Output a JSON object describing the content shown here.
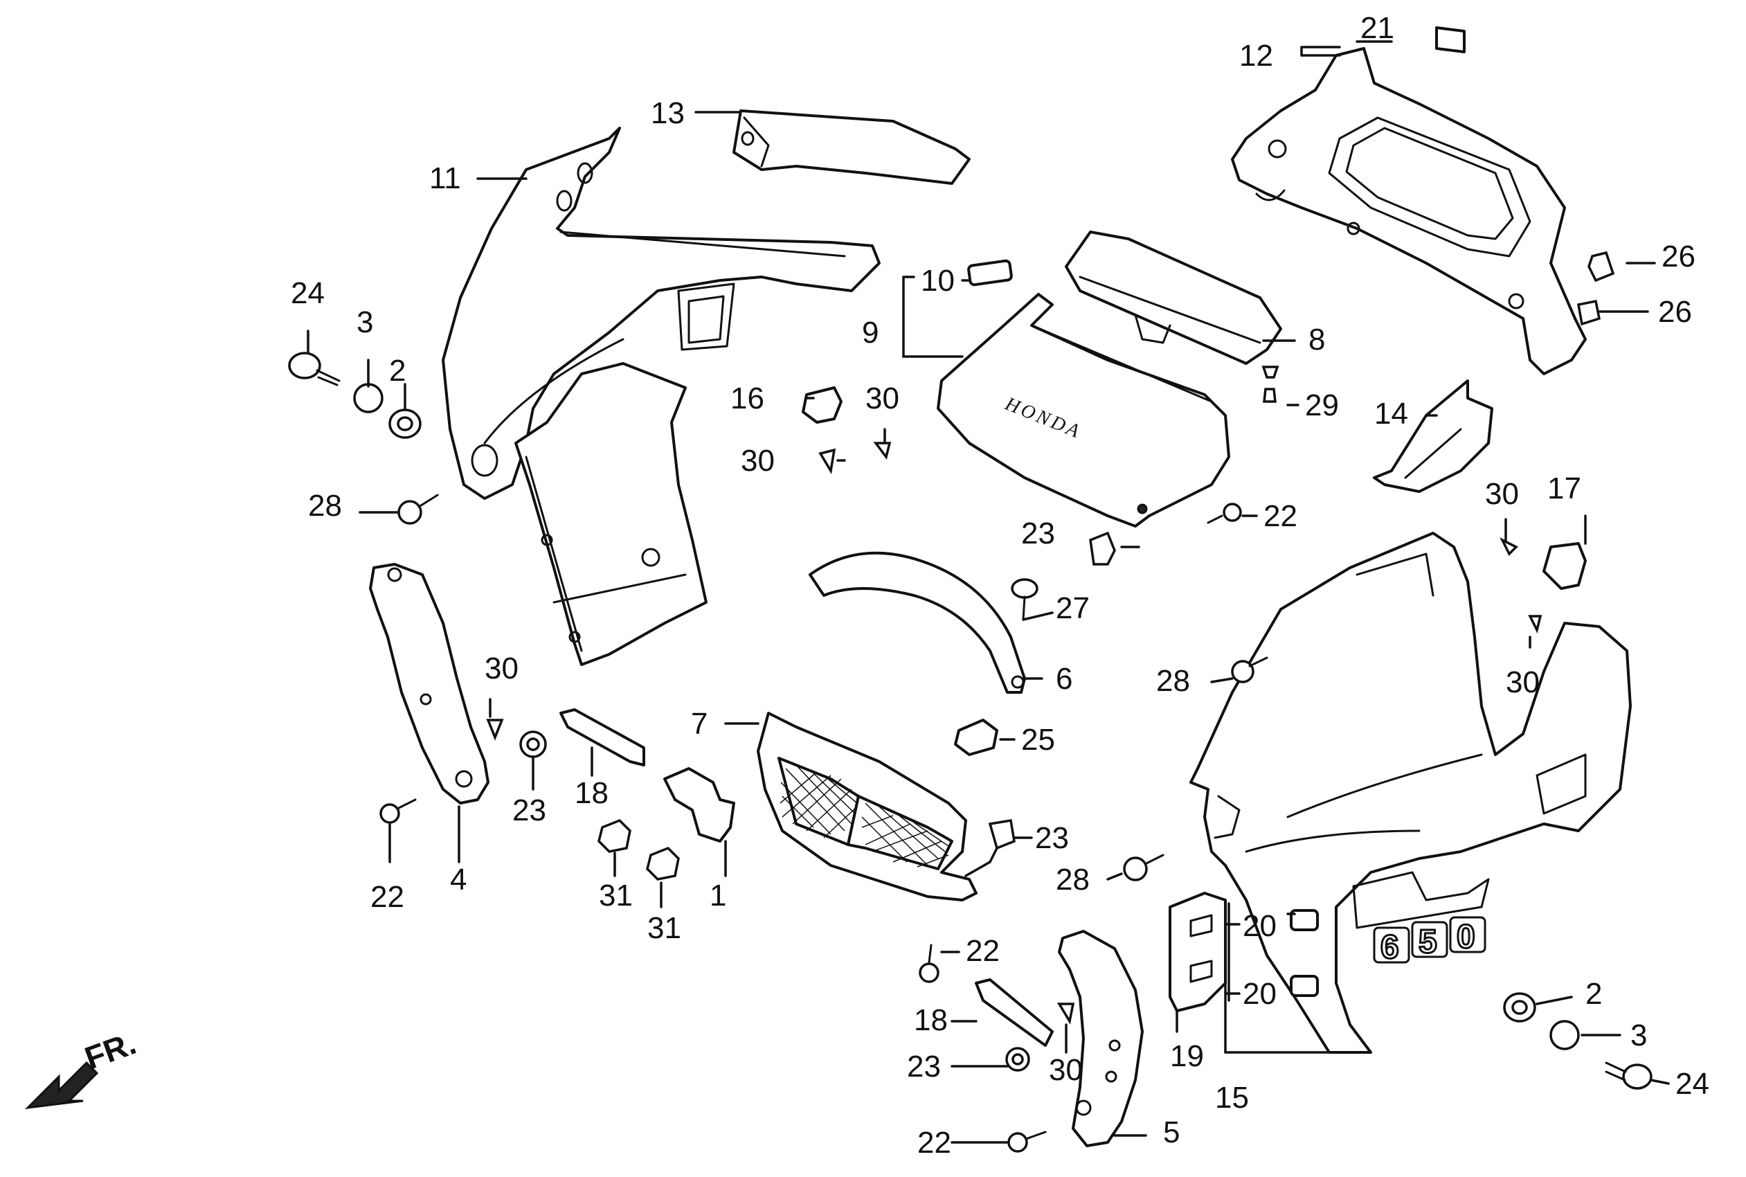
{
  "diagram": {
    "brand_emblem": "HONDA",
    "model_badge": [
      "6",
      "5",
      "0"
    ],
    "direction_label": "FR.",
    "icons": {
      "direction_arrow": "arrow-down-left-icon"
    },
    "callouts": [
      {
        "id": "c1",
        "label": "1"
      },
      {
        "id": "c2a",
        "label": "2"
      },
      {
        "id": "c2b",
        "label": "2"
      },
      {
        "id": "c3a",
        "label": "3"
      },
      {
        "id": "c3b",
        "label": "3"
      },
      {
        "id": "c4",
        "label": "4"
      },
      {
        "id": "c5",
        "label": "5"
      },
      {
        "id": "c6",
        "label": "6"
      },
      {
        "id": "c7",
        "label": "7"
      },
      {
        "id": "c8",
        "label": "8"
      },
      {
        "id": "c9",
        "label": "9"
      },
      {
        "id": "c10",
        "label": "10"
      },
      {
        "id": "c11",
        "label": "11"
      },
      {
        "id": "c12",
        "label": "12"
      },
      {
        "id": "c13",
        "label": "13"
      },
      {
        "id": "c14",
        "label": "14"
      },
      {
        "id": "c15",
        "label": "15"
      },
      {
        "id": "c16",
        "label": "16"
      },
      {
        "id": "c17",
        "label": "17"
      },
      {
        "id": "c18a",
        "label": "18"
      },
      {
        "id": "c18b",
        "label": "18"
      },
      {
        "id": "c19",
        "label": "19"
      },
      {
        "id": "c20a",
        "label": "20"
      },
      {
        "id": "c20b",
        "label": "20"
      },
      {
        "id": "c21",
        "label": "21"
      },
      {
        "id": "c22a",
        "label": "22"
      },
      {
        "id": "c22b",
        "label": "22"
      },
      {
        "id": "c22c",
        "label": "22"
      },
      {
        "id": "c22d",
        "label": "22"
      },
      {
        "id": "c23a",
        "label": "23"
      },
      {
        "id": "c23b",
        "label": "23"
      },
      {
        "id": "c23c",
        "label": "23"
      },
      {
        "id": "c23d",
        "label": "23"
      },
      {
        "id": "c24a",
        "label": "24"
      },
      {
        "id": "c24b",
        "label": "24"
      },
      {
        "id": "c25",
        "label": "25"
      },
      {
        "id": "c26a",
        "label": "26"
      },
      {
        "id": "c26b",
        "label": "26"
      },
      {
        "id": "c27",
        "label": "27"
      },
      {
        "id": "c28a",
        "label": "28"
      },
      {
        "id": "c28b",
        "label": "28"
      },
      {
        "id": "c28c",
        "label": "28"
      },
      {
        "id": "c29",
        "label": "29"
      },
      {
        "id": "c30a",
        "label": "30"
      },
      {
        "id": "c30b",
        "label": "30"
      },
      {
        "id": "c30c",
        "label": "30"
      },
      {
        "id": "c30d",
        "label": "30"
      },
      {
        "id": "c30e",
        "label": "30"
      },
      {
        "id": "c30f",
        "label": "30"
      },
      {
        "id": "c31a",
        "label": "31"
      },
      {
        "id": "c31b",
        "label": "31"
      }
    ]
  }
}
